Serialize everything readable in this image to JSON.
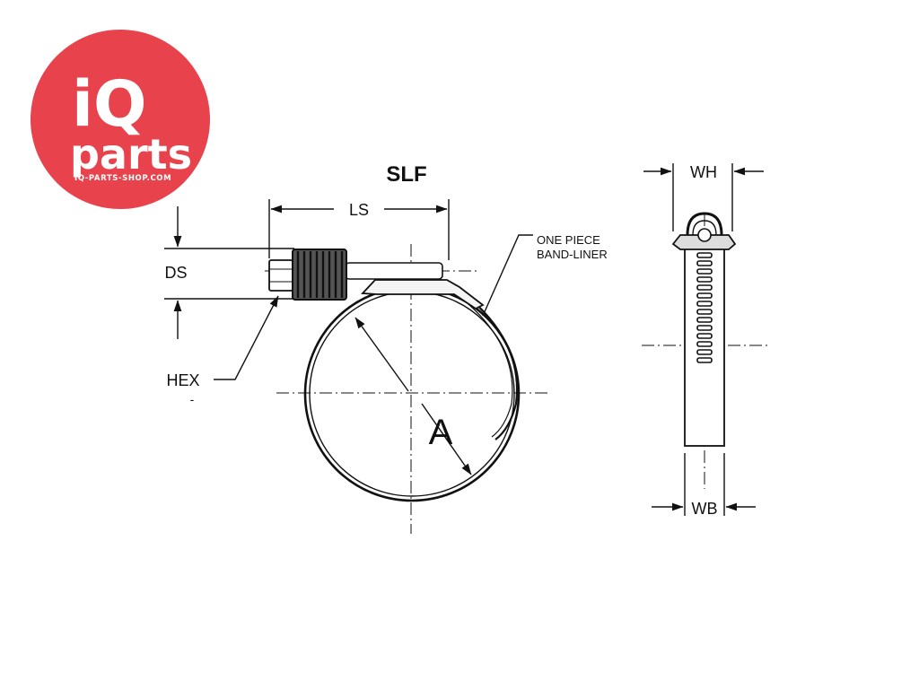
{
  "logo": {
    "line1": "iQ",
    "line2": "parts",
    "url": "IQ-PARTS-SHOP.COM",
    "color": "#E8434D"
  },
  "diagram": {
    "title": "SLF",
    "labels": {
      "ls": "LS",
      "ds": "DS",
      "hex": "HEX",
      "hex_dash": "-",
      "band_liner_line1": "ONE PIECE",
      "band_liner_line2": "BAND-LINER",
      "a": "A",
      "wh": "WH",
      "wb": "WB"
    }
  }
}
